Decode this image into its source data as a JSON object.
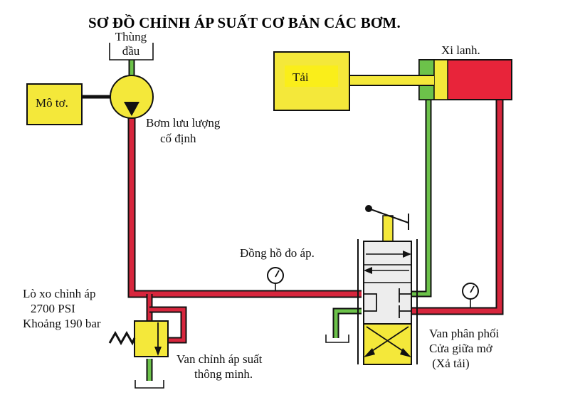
{
  "title": "SƠ ĐỒ CHỈNH ÁP SUẤT CƠ BẢN CÁC BƠM.",
  "colors": {
    "pressure_line": "#d7263d",
    "return_line": "#6cc24a",
    "component_fill": "#f4e83a",
    "valve_body": "#ededed",
    "outline": "#111111"
  },
  "labels": {
    "tank_top": [
      "Thùng",
      "đầu"
    ],
    "motor": "Mô tơ.",
    "pump": [
      "Bơm lưu lượng",
      "cố định"
    ],
    "load": "Tải",
    "cylinder": "Xi lanh.",
    "gauge_main": "Đồng hồ đo áp.",
    "spring": [
      "Lò xo chỉnh áp",
      "2700 PSI",
      "Khoảng 190 bar"
    ],
    "relief_valve": [
      "Van chỉnh áp suất",
      "thông minh."
    ],
    "directional_valve": [
      "Van phân phối",
      "Cửa giữa mở",
      " (Xả tải)"
    ]
  }
}
